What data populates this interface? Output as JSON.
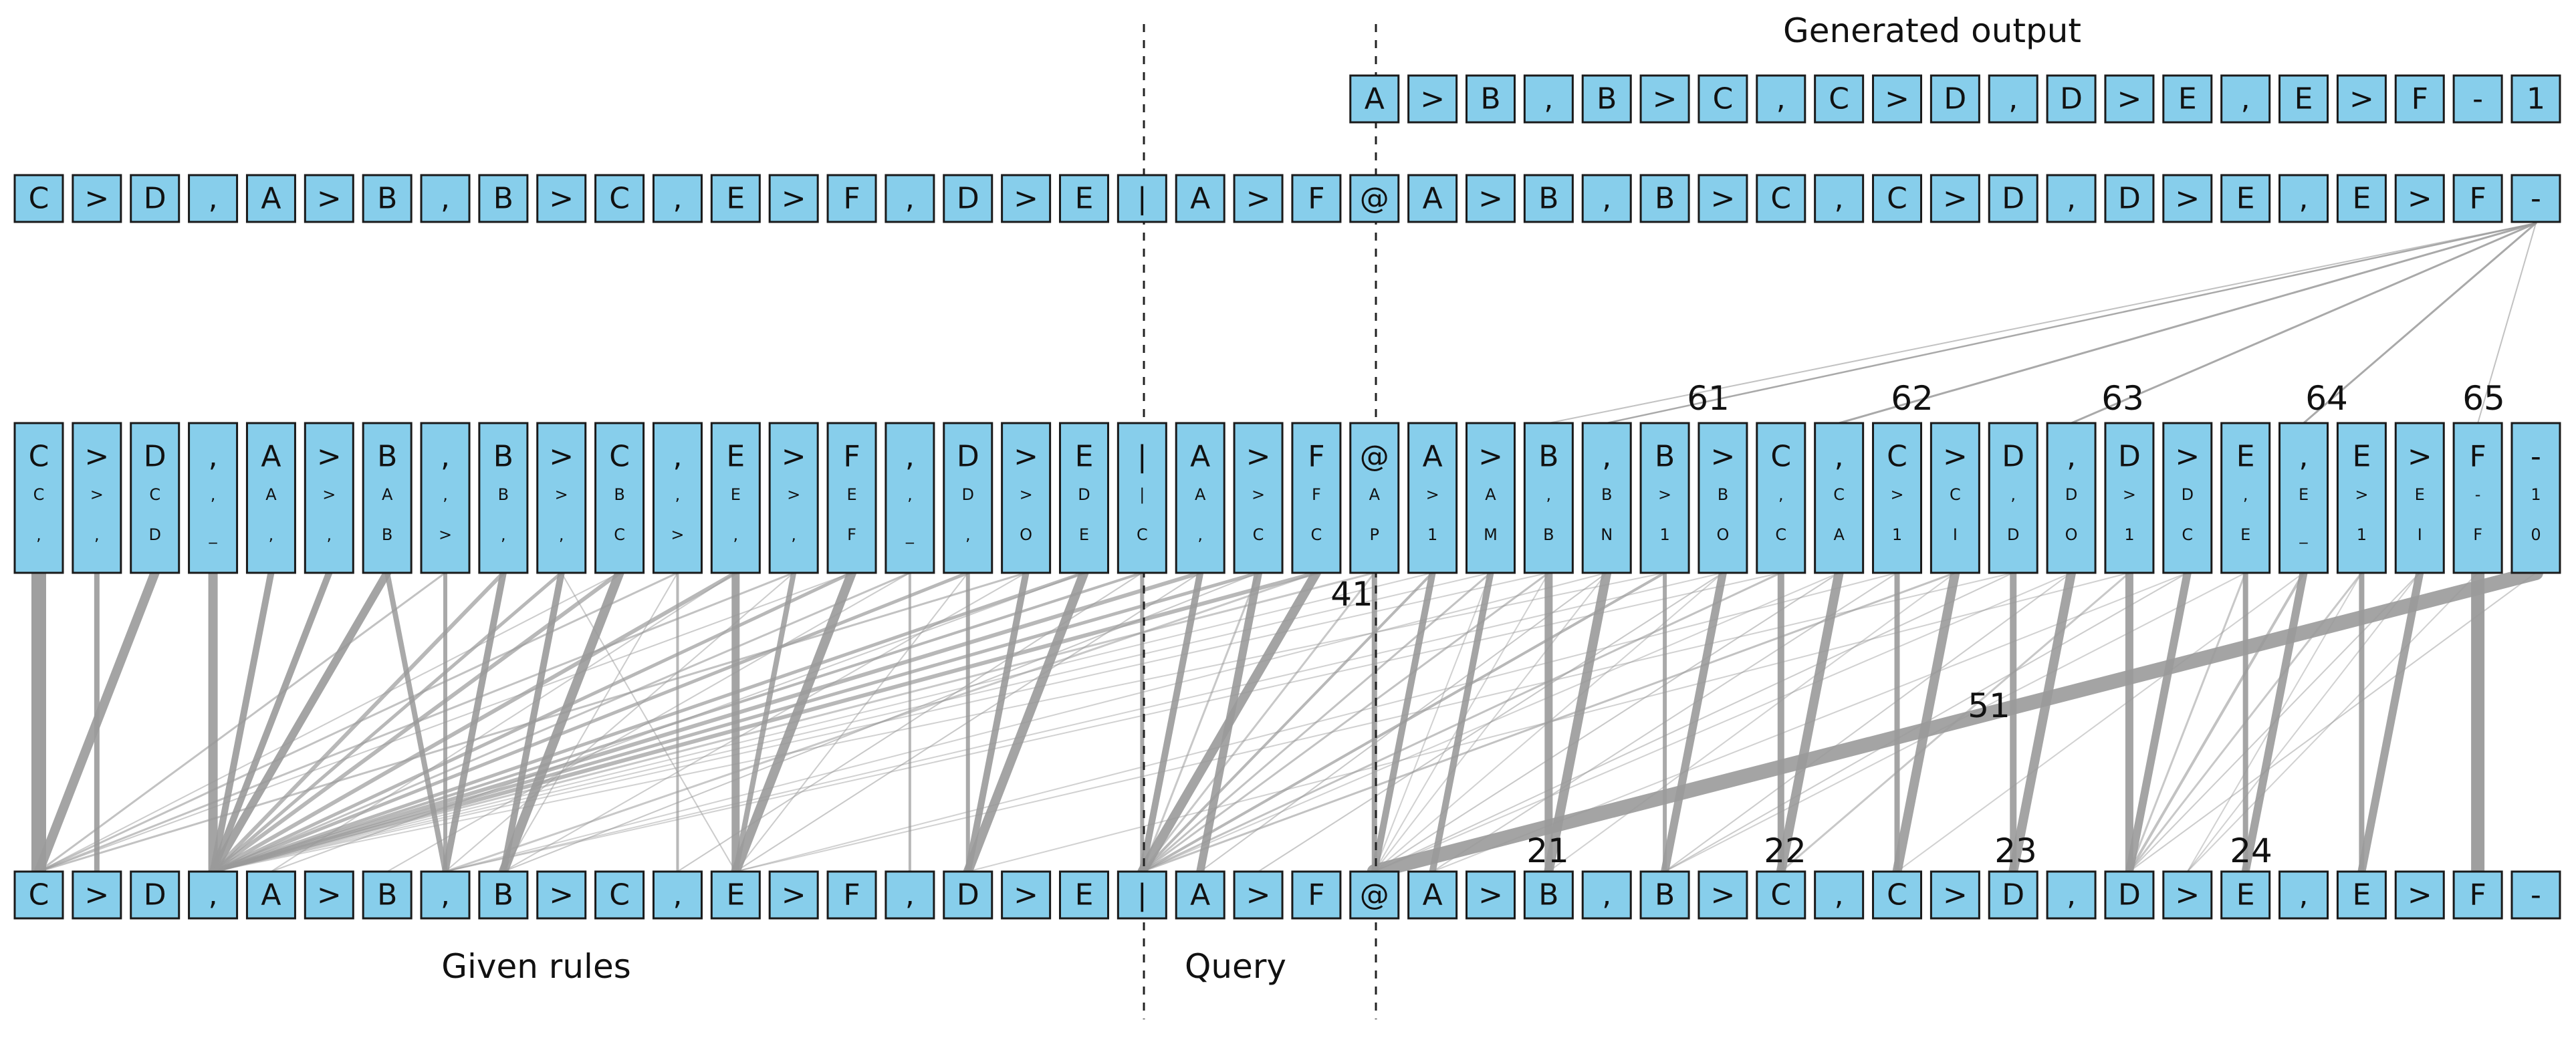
{
  "captions": {
    "generated_output": "Generated output",
    "given_rules": "Given rules",
    "query": "Query"
  },
  "colors": {
    "token_fill": "#87ceeb",
    "token_border": "#1a1a1a",
    "edge": "#9a9a9a"
  },
  "rows": {
    "generated": [
      "A",
      ">",
      "B",
      ",",
      "B",
      ">",
      "C",
      ",",
      "C",
      ">",
      "D",
      ",",
      "D",
      ">",
      "E",
      ",",
      "E",
      ">",
      "F",
      "-",
      "1"
    ],
    "sequence": [
      "C",
      ">",
      "D",
      ",",
      "A",
      ">",
      "B",
      ",",
      "B",
      ">",
      "C",
      ",",
      "E",
      ">",
      "F",
      ",",
      "D",
      ">",
      "E",
      "|",
      "A",
      ">",
      "F",
      "@",
      "A",
      ">",
      "B",
      ",",
      "B",
      ">",
      "C",
      ",",
      "C",
      ">",
      "D",
      ",",
      "D",
      ">",
      "E",
      ",",
      "E",
      ">",
      "F",
      "-"
    ],
    "embedding": [
      [
        "C",
        "C",
        ","
      ],
      [
        ">",
        ">",
        ","
      ],
      [
        "D",
        "C",
        "D"
      ],
      [
        ",",
        ",",
        "_"
      ],
      [
        "A",
        "A",
        ","
      ],
      [
        ">",
        ">",
        ","
      ],
      [
        "B",
        "A",
        "B"
      ],
      [
        ",",
        ",",
        ">"
      ],
      [
        "B",
        "B",
        ","
      ],
      [
        ">",
        ">",
        ","
      ],
      [
        "C",
        "B",
        "C"
      ],
      [
        ",",
        ",",
        ">"
      ],
      [
        "E",
        "E",
        ","
      ],
      [
        ">",
        ">",
        ","
      ],
      [
        "F",
        "E",
        "F"
      ],
      [
        ",",
        ",",
        "_"
      ],
      [
        "D",
        "D",
        ","
      ],
      [
        ">",
        ">",
        "O"
      ],
      [
        "E",
        "D",
        "E"
      ],
      [
        "|",
        "|",
        "C"
      ],
      [
        "A",
        "A",
        ","
      ],
      [
        ">",
        ">",
        "C"
      ],
      [
        "F",
        "F",
        "C"
      ],
      [
        "@",
        "A",
        "P"
      ],
      [
        "A",
        ">",
        "1"
      ],
      [
        ">",
        "A",
        "M"
      ],
      [
        "B",
        ",",
        "B"
      ],
      [
        ",",
        "B",
        "N"
      ],
      [
        "B",
        ">",
        "1"
      ],
      [
        ">",
        "B",
        "O"
      ],
      [
        "C",
        ",",
        "C"
      ],
      [
        ",",
        "C",
        "A"
      ],
      [
        "C",
        ">",
        "1"
      ],
      [
        ">",
        "C",
        "I"
      ],
      [
        "D",
        ",",
        "D"
      ],
      [
        ",",
        "D",
        "O"
      ],
      [
        "D",
        ">",
        "1"
      ],
      [
        ">",
        "D",
        "C"
      ],
      [
        "E",
        ",",
        "E"
      ],
      [
        ",",
        "E",
        "_"
      ],
      [
        "E",
        ">",
        "1"
      ],
      [
        ">",
        "E",
        "I"
      ],
      [
        "F",
        "-",
        "F"
      ],
      [
        "-",
        "1",
        "0"
      ]
    ],
    "input": [
      "C",
      ">",
      "D",
      ",",
      "A",
      ">",
      "B",
      ",",
      "B",
      ">",
      "C",
      ",",
      "E",
      ">",
      "F",
      ",",
      "D",
      ">",
      "E",
      "|",
      "A",
      ">",
      "F",
      "@",
      "A",
      ">",
      "B",
      ",",
      "B",
      ">",
      "C",
      ",",
      "C",
      ">",
      "D",
      ",",
      "D",
      ">",
      "E",
      ",",
      "E",
      ">",
      "F",
      "-"
    ]
  },
  "annotations": {
    "upper": [
      "61",
      "62",
      "63",
      "64",
      "65"
    ],
    "lower": [
      "21",
      "22",
      "23",
      "24"
    ],
    "middle": [
      "41",
      "51"
    ]
  }
}
